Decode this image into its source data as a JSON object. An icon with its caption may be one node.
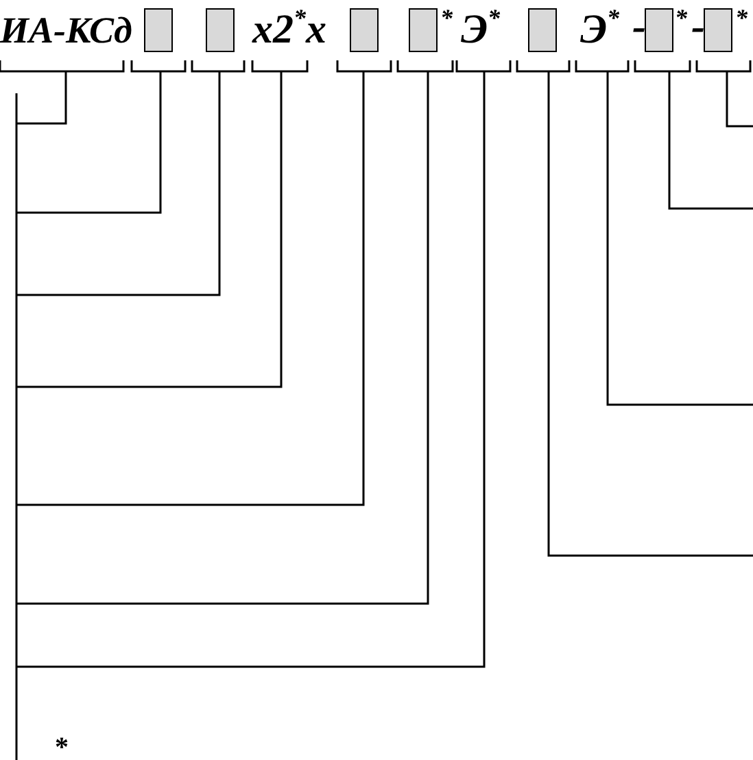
{
  "diagram": {
    "nodes": [
      {
        "text": [],
        "shape": "box"
      },
      {
        "text": [],
        "shape": "box"
      },
      {
        "text": [],
        "shape": "box"
      },
      {
        "text": [],
        "shape": "box"
      },
      {
        "text": [],
        "shape": "box"
      },
      {
        "text": [],
        "shape": "box"
      },
      {
        "text": [],
        "shape": "box"
      }
    ],
    "edges": [],
    "labels": [
      "ИА-КСд",
      "x2$^{*}$x",
      "$^{*}$",
      "Э$^{*}$",
      "Э$^{*}$",
      "-",
      "$^{*}$",
      "-",
      "$^{*}$",
      "*"
    ]
  }
}
